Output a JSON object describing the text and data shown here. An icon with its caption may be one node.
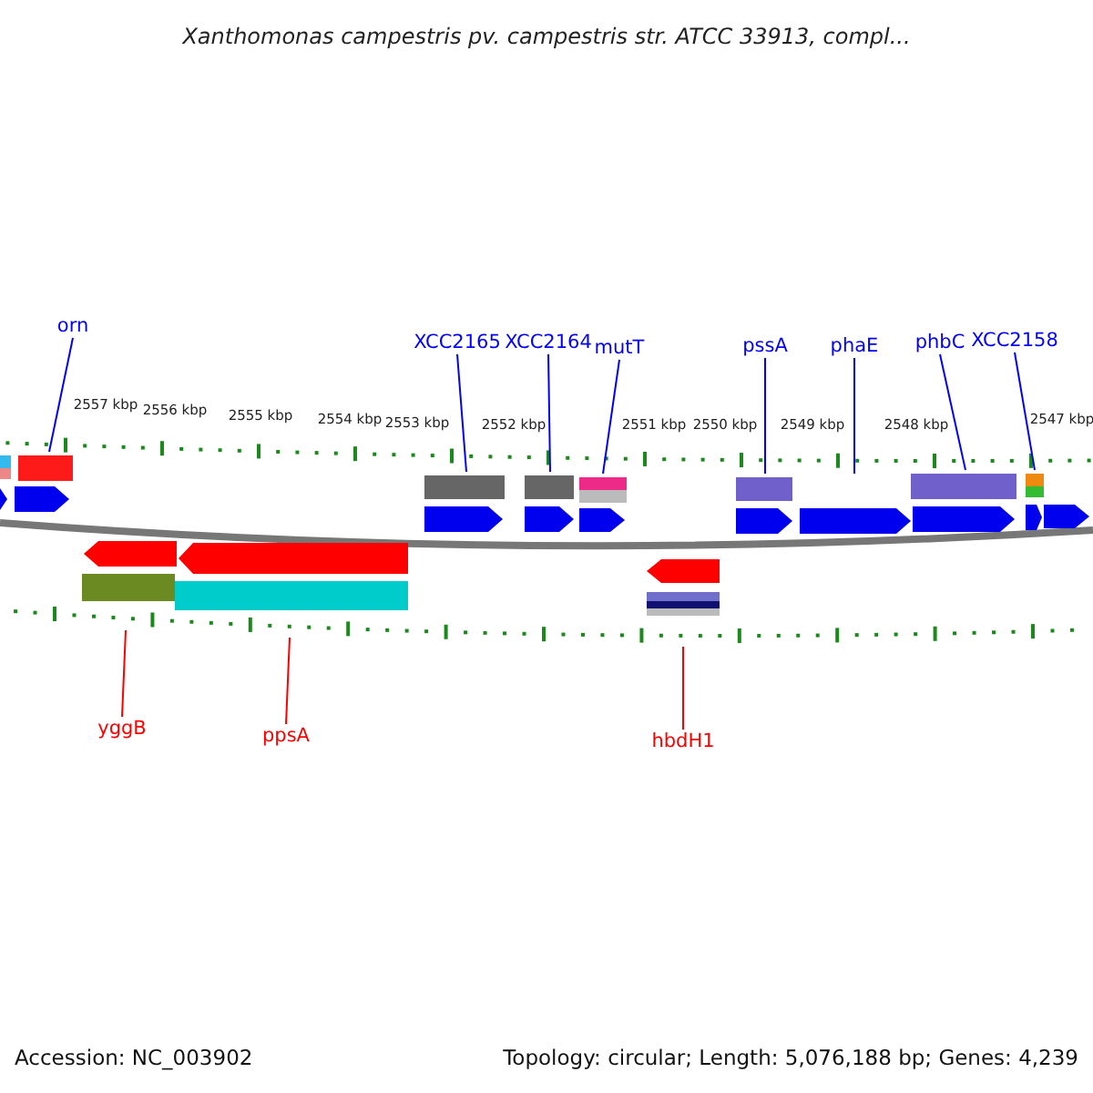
{
  "diagram": {
    "title": "Xanthomonas campestris pv. campestris str. ATCC 33913, compl...",
    "nodes": [
      {
        "text": [
          "orn"
        ]
      },
      {
        "text": [
          "XCC2165"
        ]
      },
      {
        "text": [
          "XCC2164"
        ]
      },
      {
        "text": [
          "mutT"
        ]
      },
      {
        "text": [
          "pssA"
        ]
      },
      {
        "text": [
          "phaE"
        ]
      },
      {
        "text": [
          "phbC"
        ]
      },
      {
        "text": [
          "XCC2158"
        ]
      },
      {
        "text": [
          "yggB"
        ]
      },
      {
        "text": [
          "ppsA"
        ]
      },
      {
        "text": [
          "hbdH1"
        ]
      }
    ],
    "edges": [
      {
        "from": 0,
        "to": null,
        "arrow": "none"
      },
      {
        "from": 1,
        "to": null,
        "arrow": "none"
      },
      {
        "from": 2,
        "to": null,
        "arrow": "none"
      },
      {
        "from": 3,
        "to": null,
        "arrow": "none"
      },
      {
        "from": 4,
        "to": null,
        "arrow": "none"
      },
      {
        "from": 5,
        "to": null,
        "arrow": "none"
      },
      {
        "from": 6,
        "to": null,
        "arrow": "none"
      },
      {
        "from": 7,
        "to": null,
        "arrow": "none"
      },
      {
        "from": 8,
        "to": null,
        "arrow": "none",
        "color": "#ff0000"
      },
      {
        "from": 9,
        "to": null,
        "arrow": "none",
        "color": "#ff0000"
      },
      {
        "from": 10,
        "to": null,
        "arrow": "none",
        "color": "#ff0000"
      }
    ],
    "labels": [
      "2557 kbp",
      "2556 kbp",
      "2555 kbp",
      "2554 kbp",
      "2553 kbp",
      "2552 kbp",
      "2551 kbp",
      "2550 kbp",
      "2549 kbp",
      "2548 kbp",
      "2547 kbp",
      "Accession: NC_003902",
      "Topology: circular; Length: 5,076,188 bp; Genes: 4,239"
    ]
  }
}
